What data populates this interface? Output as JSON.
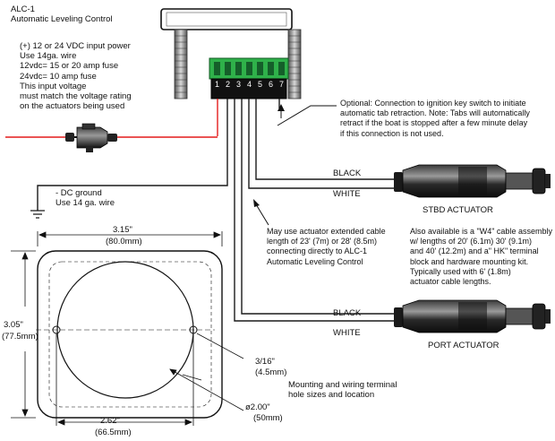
{
  "title": {
    "model": "ALC-1",
    "name": "Automatic Leveling Control"
  },
  "power_note": {
    "lines": [
      "(+) 12 or 24 VDC input power",
      "Use 14ga. wire",
      "12vdc= 15 or 20 amp fuse",
      "24vdc= 10 amp fuse",
      "This input voltage",
      "must match the voltage rating",
      "on the actuators being used"
    ]
  },
  "ground_note": {
    "line1": "- DC ground",
    "line2": "Use 14 ga. wire"
  },
  "terminal_numbers": [
    "1",
    "2",
    "3",
    "4",
    "5",
    "6",
    "7"
  ],
  "optional_note": "Optional: Connection to ignition key switch to initiate\nautomatic tab retraction. Note: Tabs will automatically\nretract if the boat is stopped after a few minute delay\nif this connection is not used.",
  "stbd": {
    "black_label": "BLACK",
    "white_label": "WHITE",
    "actuator_label": "STBD ACTUATOR"
  },
  "port": {
    "black_label": "BLACK",
    "white_label": "WHITE",
    "actuator_label": "PORT ACTUATOR"
  },
  "extended_cable_note": "May use actuator extended  cable\nlength of 23' (7m) or 28' (8.5m)\nconnecting directly to ALC-1\nAutomatic Leveling Control",
  "w4_note": "Also available is a \"W4\" cable assembly\nw/ lengths of 20' (6.1m) 30' (9.1m)\nand 40' (12.2m) and a\" HK\" terminal\nblock and hardware mounting kit.\n Typically used with 6' (1.8m)\nactuator cable lengths.",
  "dimensions": {
    "width_in": "3.15\"",
    "width_mm": "(80.0mm)",
    "height_in": "3.05\"",
    "height_mm": "(77.5mm)",
    "hole_in": "3/16\"",
    "hole_mm": "(4.5mm)",
    "hole_spacing_in": "2.62\"",
    "hole_spacing_mm": "(66.5mm)",
    "center_hole_in": "ø2.00\"",
    "center_hole_mm": "(50mm)",
    "mounting_note": "Mounting and wiring terminal\nhole sizes and location"
  },
  "colors": {
    "power_wire": "#e41b1b",
    "terminal_block": "#2fb14a",
    "wire": "#1a1a1a"
  }
}
